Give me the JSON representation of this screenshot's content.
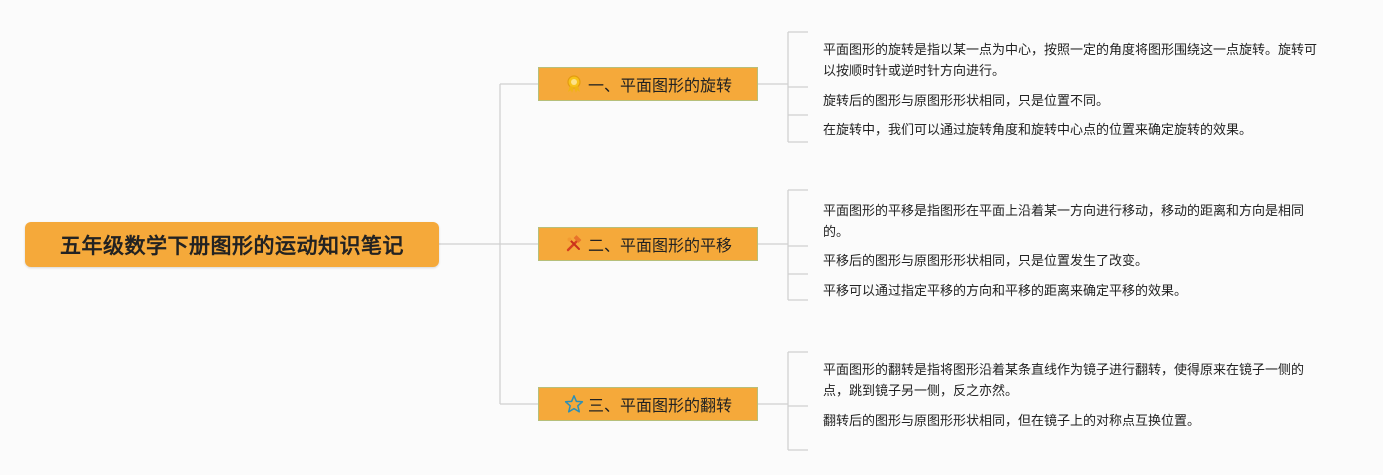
{
  "root": {
    "title": "五年级数学下册图形的运动知识笔记"
  },
  "branches": [
    {
      "label": "一、平面图形的旋转",
      "icon": "medal-icon",
      "items": [
        "平面图形的旋转是指以某一点为中心，按照一定的角度将图形围绕这一点旋转。旋转可以按顺时针或逆时针方向进行。",
        "旋转后的图形与原图形形状相同，只是位置不同。",
        "在旋转中，我们可以通过旋转角度和旋转中心点的位置来确定旋转的效果。"
      ]
    },
    {
      "label": "二、平面图形的平移",
      "icon": "tools-icon",
      "items": [
        "平面图形的平移是指图形在平面上沿着某一方向进行移动，移动的距离和方向是相同的。",
        "平移后的图形与原图形形状相同，只是位置发生了改变。",
        "平移可以通过指定平移的方向和平移的距离来确定平移的效果。"
      ]
    },
    {
      "label": "三、平面图形的翻转",
      "icon": "star-icon",
      "items": [
        "平面图形的翻转是指将图形沿着某条直线作为镜子进行翻转，使得原来在镜子一侧的点，跳到镜子另一侧，反之亦然。",
        "翻转后的图形与原图形形状相同，但在镜子上的对称点互换位置。"
      ]
    }
  ],
  "colors": {
    "node_fill": "#f5a93a",
    "branch_border": "#b6bf7a",
    "connector": "#cfcfcf",
    "background": "#fbfbfb"
  }
}
